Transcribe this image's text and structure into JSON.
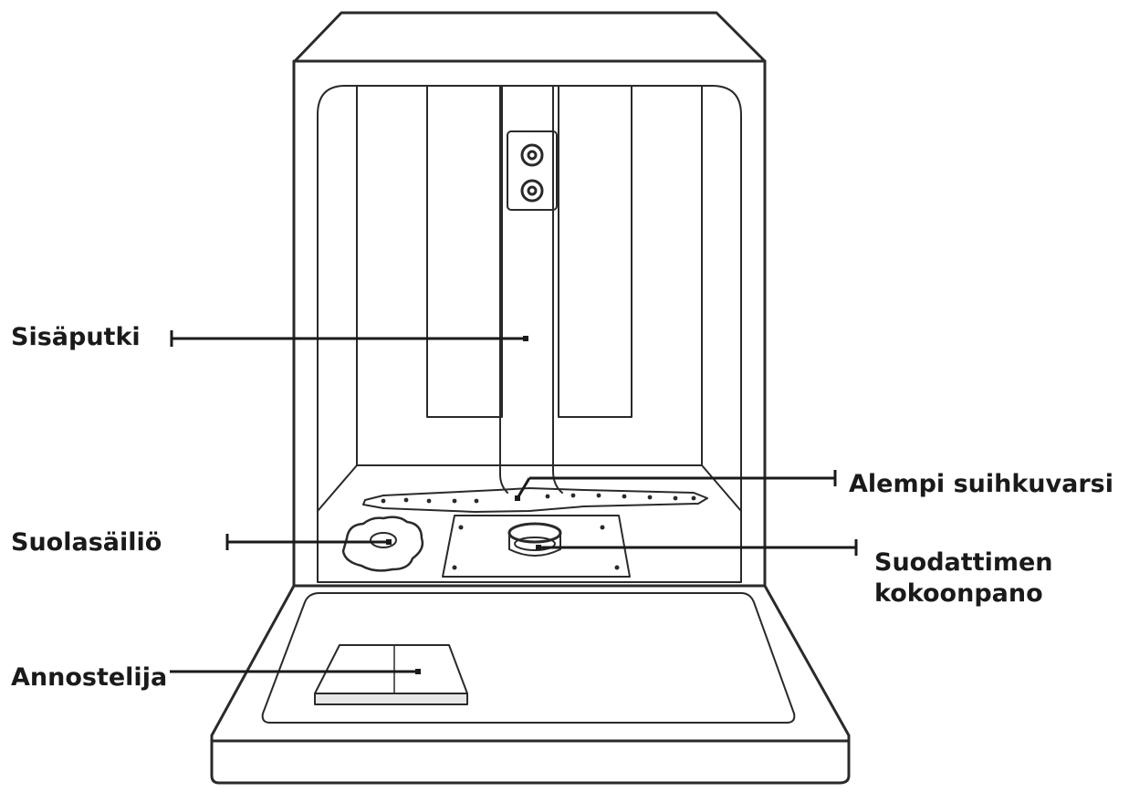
{
  "labels": {
    "inner_pipe": "Sisäputki",
    "salt_container": "Suolasäiliö",
    "dispenser": "Annostelija",
    "lower_spray_arm": "Alempi suihkuvarsi",
    "filter_assembly_line1": "Suodattimen",
    "filter_assembly_line2": "kokoonpano"
  },
  "colors": {
    "line": "#1a1a1a",
    "outline": "#2a2a2a",
    "fill": "#ffffff",
    "shade": "#e6e6e6"
  }
}
